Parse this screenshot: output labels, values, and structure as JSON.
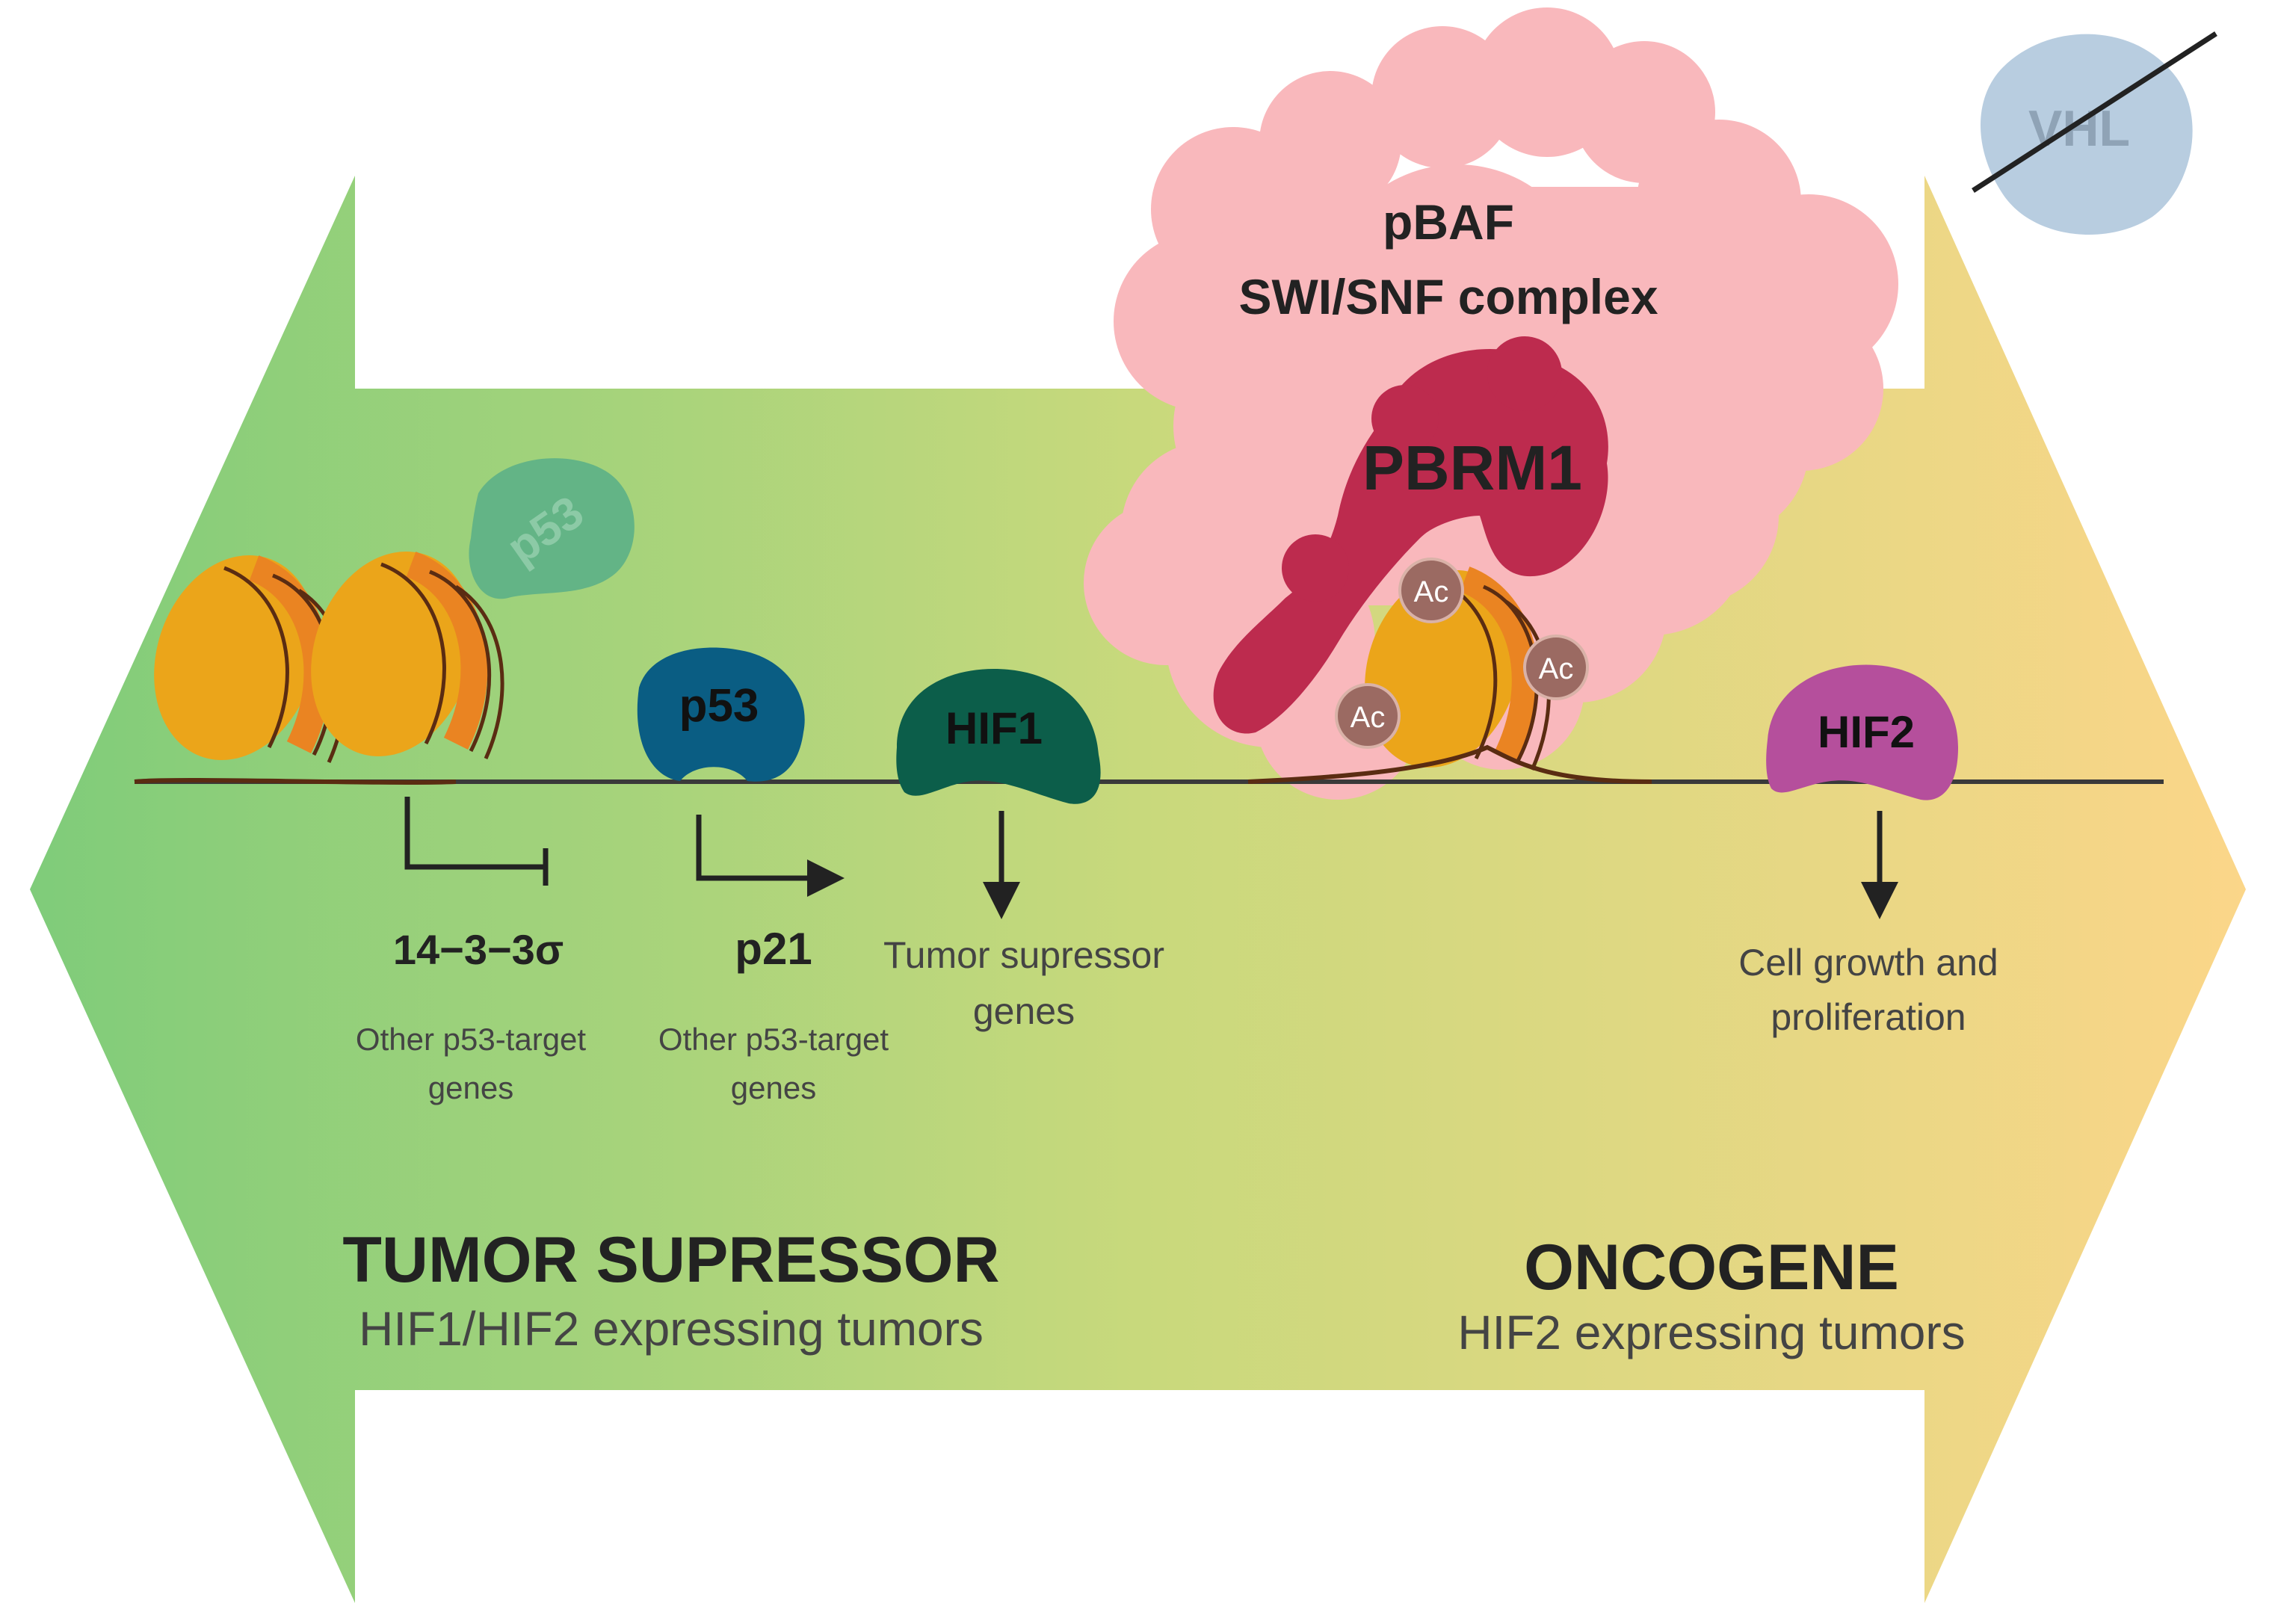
{
  "labels": {
    "pbaf_line1": "pBAF",
    "pbaf_line2": "SWI/SNF complex",
    "pbrm1": "PBRM1",
    "vhl": "VHL",
    "p53_faded": "p53",
    "p53": "p53",
    "hif1": "HIF1",
    "hif2": "HIF2",
    "ac": "Ac",
    "gene_1433": "14−3−3σ",
    "gene_p21": "p21",
    "other_targets_line1": "Other p53-target",
    "other_targets_line2": "genes",
    "tumor_supressor_genes_line1": "Tumor supressor",
    "tumor_supressor_genes_line2": "genes",
    "cell_growth_line1": "Cell growth and",
    "cell_growth_line2": "proliferation",
    "left_title": "TUMOR SUPRESSOR",
    "left_subtitle": "HIF1/HIF2 expressing tumors",
    "right_title": "ONCOGENE",
    "right_subtitle": "HIF2 expressing tumors"
  },
  "colors": {
    "arrow_left": "#7fcc7a",
    "arrow_mid": "#c8d97c",
    "arrow_right": "#fbd689",
    "nucleosome_core": "#eba51a",
    "nucleosome_band": "#ea8422",
    "dna": "#3a3a3a",
    "pbaf": "#f9b8bc",
    "pbrm1": "#bd2b4e",
    "p53": "#0a5d83",
    "p53_faded": "#63b486",
    "hif1": "#0c5e4a",
    "hif2": "#b54f9c",
    "acetyl": "#9b6a62",
    "vhl": "#b8cde0"
  }
}
